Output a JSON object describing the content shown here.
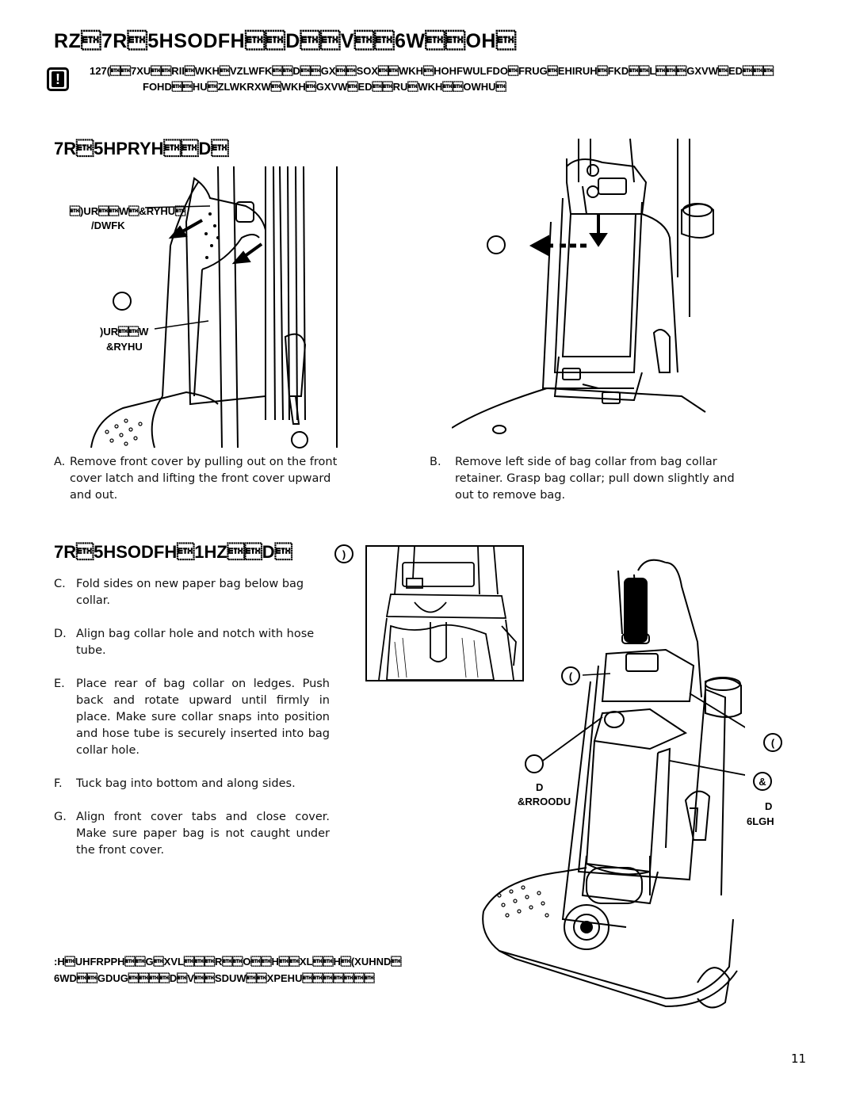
{
  "heading": {
    "title": "RZ\u00037R\u00035HSODFH\u0003\u0003D\u0003\u0003V\u0003\u00036W\u0003\u0003OH\u0003"
  },
  "warning": {
    "icon": "warning-icon",
    "line1": "127(\u0003\u00037XU\u0003\u0003RII\u0003WKH\u0003VZLWFK\u0003\u0003D\u0003\u0003GX\u0003\u0003SOX\u0003\u0003WKH\u0003HOHFWULFDO\u0003FRUG\u0003EHIRUH\u0003FKD\u0003\u0003L\u0003\u0003\u0003GXVW\u0003ED\u0003\u0003\u0003",
    "line2": "FOHD\u0003\u0003HU\u0003ZLWKRXW\u0003WKH\u0003GXVW\u0003ED\u0003\u0003RU\u0003WKH\u0003\u0003OWHU\u0003"
  },
  "remove_section": {
    "title": "7R\u00035HPRYH\u0003\u0003D\u0003",
    "labels": {
      "front_cover_latch_line1": "\u0003)UR\u0003\u0003W\u0003&RYHU\u0003",
      "front_cover_latch_line2": "/DWFK",
      "front_cover_line1": ")UR\u0003\u0003W",
      "front_cover_line2": "&RYHU"
    },
    "step_a": {
      "letter": "A.",
      "text": "Remove front cover by pulling out on the front cover latch and lifting the front cover upward and out."
    },
    "step_b": {
      "letter": "B.",
      "text": "Remove left side of bag collar from bag collar retainer. Grasp bag collar; pull down slightly and out to remove bag."
    }
  },
  "replace_section": {
    "title": "7R\u00035HSODFH\u00031HZ\u0003\u0003D\u0003",
    "fig_marker": ")",
    "steps": [
      {
        "letter": "C.",
        "text": "Fold sides on new paper bag below bag collar."
      },
      {
        "letter": "D.",
        "text": "Align bag collar hole and notch with hose tube."
      },
      {
        "letter": "E.",
        "text": "Place rear of bag collar on ledges. Push back and rotate upward until firmly in place. Make sure collar snaps into position and hose tube is securely inserted into bag collar hole."
      },
      {
        "letter": "F.",
        "text": "Tuck bag into bottom and along sides."
      },
      {
        "letter": "G.",
        "text": "Align front cover tabs and close cover. Make sure paper bag is not caught under the front cover."
      }
    ],
    "callouts": {
      "e_top": "(",
      "e_right": "(",
      "c_marker": "&",
      "d_left_line1": "D",
      "d_left_line2": "&RROODU",
      "d_right_line1": "D",
      "d_right_line2": "6LGH"
    }
  },
  "footer": {
    "line1": ":H\u0003UHFRPPH\u0003\u0003G\u0003XVL\u0003\u0003\u0003R\u0003\u0003O\u0003\u0003H\u0003\u0003XL\u0003\u0003H\u0003(XUHND\u0003",
    "line2": "6WD\u0003\u0003GDUG\u0003\u0003\u0003\u0003D\u0003V\u0003\u0003SDUW\u0003\u0003XPEHU\u0003\u0003\u0003\u0003\u0003\u0003\u0003"
  },
  "page_number": "11"
}
